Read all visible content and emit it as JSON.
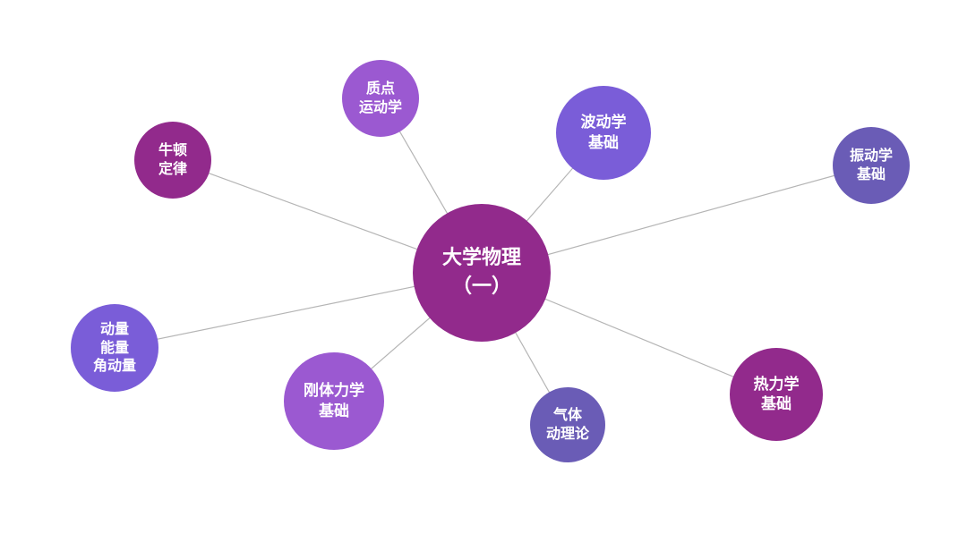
{
  "diagram": {
    "center": {
      "lines": [
        "大学物理",
        "（一）"
      ],
      "color": "#922a8c"
    },
    "nodes": [
      {
        "id": "zhidian",
        "lines": [
          "质点",
          "运动学"
        ],
        "color": "#9b59d1"
      },
      {
        "id": "bodong",
        "lines": [
          "波动学",
          "基础"
        ],
        "color": "#7a5dd8"
      },
      {
        "id": "zhendong",
        "lines": [
          "振动学",
          "基础"
        ],
        "color": "#6a5cb6"
      },
      {
        "id": "niudun",
        "lines": [
          "牛顿",
          "定律"
        ],
        "color": "#922a8c"
      },
      {
        "id": "dongliang",
        "lines": [
          "动量",
          "能量",
          "角动量"
        ],
        "color": "#7a5dd8"
      },
      {
        "id": "gangti",
        "lines": [
          "刚体力学",
          "基础"
        ],
        "color": "#9b59d1"
      },
      {
        "id": "qiti",
        "lines": [
          "气体",
          "动理论"
        ],
        "color": "#6a5cb6"
      },
      {
        "id": "reli",
        "lines": [
          "热力学",
          "基础"
        ],
        "color": "#922a8c"
      }
    ],
    "link_color": "#b5b5b5"
  }
}
